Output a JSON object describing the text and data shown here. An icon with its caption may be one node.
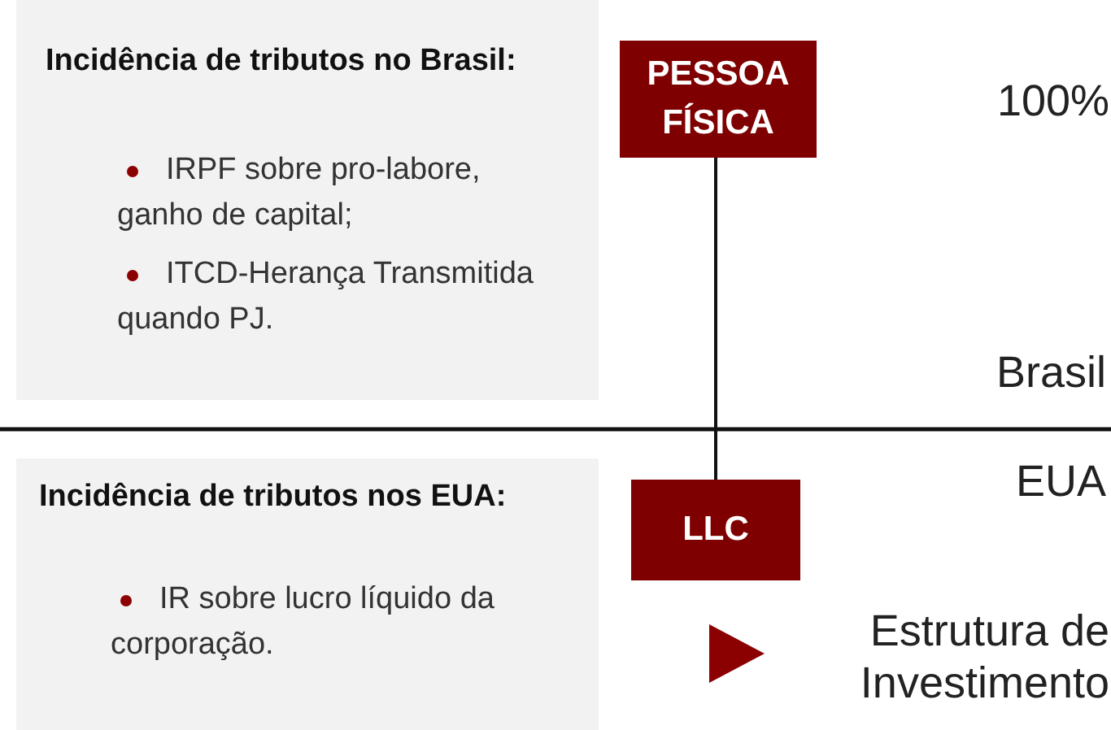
{
  "diagram": {
    "nodes": [
      {
        "text": [
          "Incidência de tributos no Brasil:",
          "IRPF sobre pro-labore, ganho de capital;",
          "ITCD-Herança Transmitida quando PJ."
        ]
      },
      {
        "text": [
          "PESSOA FÍSICA"
        ]
      },
      {
        "text": [
          "Incidência de tributos nos EUA:",
          "IR sobre lucro líquido da corporação."
        ]
      },
      {
        "text": [
          "LLC"
        ]
      }
    ],
    "edges": [
      {
        "from": 1,
        "to": 3,
        "arrow": "none"
      }
    ],
    "labels": [
      "100%",
      "Brasil",
      "EUA",
      "Estrutura de Investimento"
    ]
  }
}
